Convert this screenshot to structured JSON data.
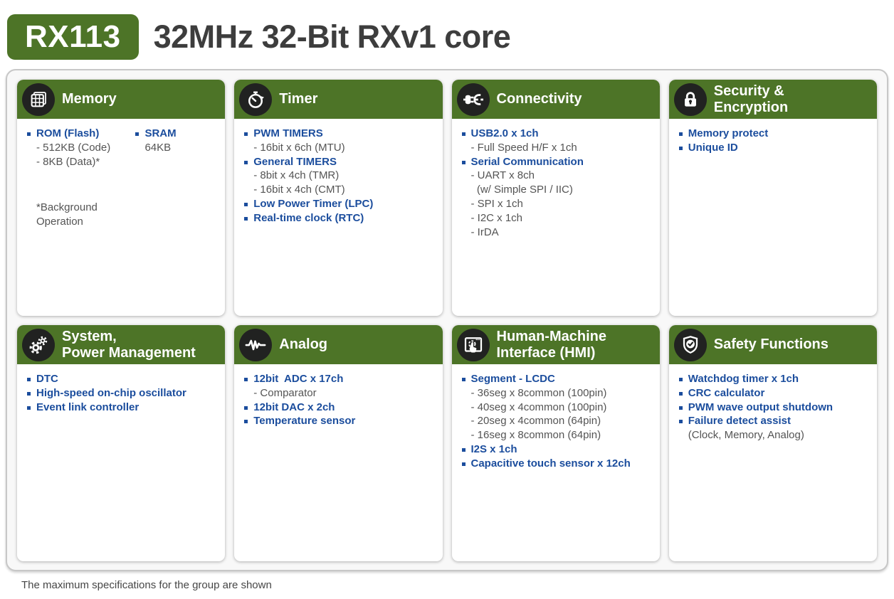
{
  "page": {
    "badge": "RX113",
    "title": "32MHz 32-Bit RXv1 core",
    "footnote": "The maximum specifications for the group are shown"
  },
  "colors": {
    "header_green": "#4d7427",
    "icon_circle_black": "#212221",
    "feature_blue": "#1b4d9d",
    "detail_gray": "#545454",
    "title_charcoal": "#3d3d3d"
  },
  "cards": [
    {
      "id": "memory",
      "icon": "memory-grid-icon",
      "title_lines": [
        "Memory"
      ],
      "columns": [
        {
          "items": [
            {
              "type": "feature",
              "text": "ROM (Flash)"
            },
            {
              "type": "detail",
              "text": "- 512KB (Code)"
            },
            {
              "type": "detail",
              "text": "- 8KB (Data)*"
            },
            {
              "type": "spacer"
            },
            {
              "type": "note",
              "text": "*Background Operation"
            }
          ]
        },
        {
          "items": [
            {
              "type": "feature",
              "text": "SRAM"
            },
            {
              "type": "detail",
              "text": "64KB"
            }
          ]
        }
      ]
    },
    {
      "id": "timer",
      "icon": "stopwatch-icon",
      "title_lines": [
        "Timer"
      ],
      "columns": [
        {
          "items": [
            {
              "type": "feature",
              "text": "PWM TIMERS"
            },
            {
              "type": "detail",
              "text": "- 16bit x 6ch (MTU)"
            },
            {
              "type": "feature",
              "text": "General TIMERS"
            },
            {
              "type": "detail",
              "text": "- 8bit x 4ch (TMR)"
            },
            {
              "type": "detail",
              "text": "- 16bit x 4ch (CMT)"
            },
            {
              "type": "feature",
              "text": "Low Power Timer (LPC)"
            },
            {
              "type": "feature",
              "text": "Real-time clock (RTC)"
            }
          ]
        }
      ]
    },
    {
      "id": "connectivity",
      "icon": "plug-icon",
      "title_lines": [
        "Connectivity"
      ],
      "columns": [
        {
          "items": [
            {
              "type": "feature",
              "text": "USB2.0 x 1ch"
            },
            {
              "type": "detail",
              "text": "- Full Speed H/F x 1ch"
            },
            {
              "type": "feature",
              "text": "Serial Communication"
            },
            {
              "type": "detail",
              "text": "- UART x 8ch"
            },
            {
              "type": "detail",
              "text": "  (w/ Simple SPI / IIC)"
            },
            {
              "type": "detail",
              "text": "- SPI x 1ch"
            },
            {
              "type": "detail",
              "text": "- I2C x 1ch"
            },
            {
              "type": "detail",
              "text": "- IrDA"
            }
          ]
        }
      ]
    },
    {
      "id": "security-encryption",
      "icon": "lock-icon",
      "title_lines": [
        "Security &",
        "Encryption"
      ],
      "columns": [
        {
          "items": [
            {
              "type": "feature",
              "text": "Memory protect"
            },
            {
              "type": "feature",
              "text": "Unique ID"
            }
          ]
        }
      ]
    },
    {
      "id": "system-power-management",
      "icon": "gears-icon",
      "title_lines": [
        "System,",
        "Power Management"
      ],
      "columns": [
        {
          "items": [
            {
              "type": "feature",
              "text": "DTC"
            },
            {
              "type": "feature",
              "text": "High-speed on-chip oscillator"
            },
            {
              "type": "feature",
              "text": "Event link controller"
            }
          ]
        }
      ]
    },
    {
      "id": "analog",
      "icon": "waveform-icon",
      "title_lines": [
        "Analog"
      ],
      "columns": [
        {
          "items": [
            {
              "type": "feature",
              "text": "12bit  ADC x 17ch"
            },
            {
              "type": "detail",
              "text": "- Comparator"
            },
            {
              "type": "feature",
              "text": "12bit DAC x 2ch"
            },
            {
              "type": "feature",
              "text": "Temperature sensor"
            }
          ]
        }
      ]
    },
    {
      "id": "human-machine-interface",
      "icon": "touch-screen-icon",
      "title_lines": [
        "Human-Machine",
        "Interface (HMI)"
      ],
      "columns": [
        {
          "items": [
            {
              "type": "feature",
              "text": "Segment - LCDC"
            },
            {
              "type": "detail",
              "text": "- 36seg x 8common (100pin)"
            },
            {
              "type": "detail",
              "text": "- 40seg x 4common (100pin)"
            },
            {
              "type": "detail",
              "text": "- 20seg x 4common (64pin)"
            },
            {
              "type": "detail",
              "text": "- 16seg x 8common (64pin)"
            },
            {
              "type": "feature",
              "text": "I2S x 1ch"
            },
            {
              "type": "feature",
              "text": "Capacitive touch sensor x 12ch"
            }
          ]
        }
      ]
    },
    {
      "id": "safety-functions",
      "icon": "shield-check-icon",
      "title_lines": [
        "Safety Functions"
      ],
      "columns": [
        {
          "items": [
            {
              "type": "feature",
              "text": "Watchdog timer x 1ch"
            },
            {
              "type": "feature",
              "text": "CRC calculator"
            },
            {
              "type": "feature",
              "text": "PWM wave output shutdown"
            },
            {
              "type": "feature",
              "text": "Failure detect assist"
            },
            {
              "type": "note",
              "text": "(Clock, Memory, Analog)"
            }
          ]
        }
      ]
    }
  ]
}
